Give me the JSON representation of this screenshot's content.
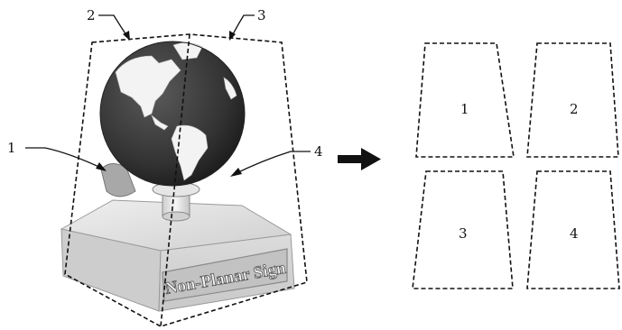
{
  "callouts": [
    "1",
    "2",
    "3",
    "4"
  ],
  "sign_text": "Non-Planar Sign",
  "faces": [
    "1",
    "2",
    "3",
    "4"
  ],
  "colors": {
    "ink": "#111111",
    "globe_ocean": "#3a3a3a",
    "land": "#f3f3f3",
    "base": "#d4d4d4"
  }
}
